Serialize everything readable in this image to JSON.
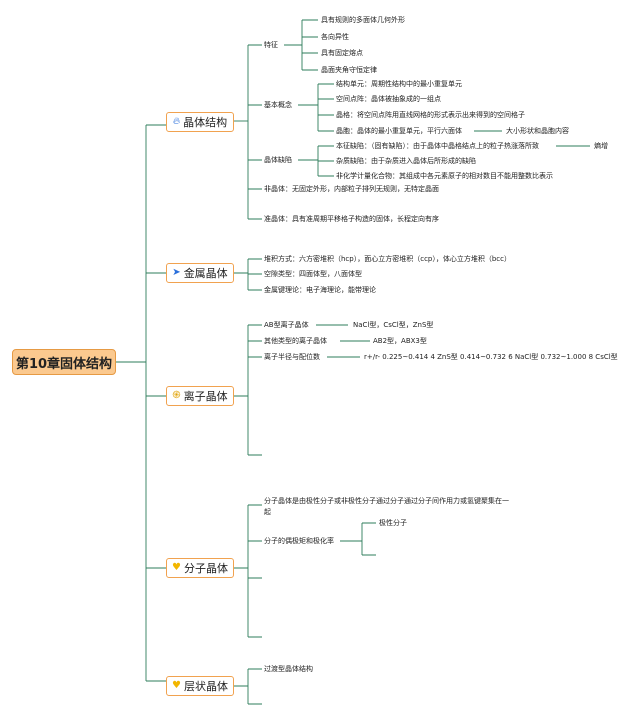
{
  "root": "第10章固体结构",
  "branches": {
    "crystal": {
      "label": "晶体结构",
      "icon": "flame-icon"
    },
    "metal": {
      "label": "金属晶体",
      "icon": "paper-plane-icon"
    },
    "ionic": {
      "label": "离子晶体",
      "icon": "swirl-icon"
    },
    "molecular": {
      "label": "分子晶体",
      "icon": "heart-icon"
    },
    "layered": {
      "label": "层状晶体",
      "icon": "heart-icon"
    }
  },
  "crystal": {
    "features": {
      "label": "特征",
      "items": [
        "具有规则的多面体几何外形",
        "各向异性",
        "具有固定熔点",
        "晶面夹角守恒定律"
      ]
    },
    "basic": {
      "label": "基本概念",
      "items": [
        "结构单元：周期性结构中的最小重复单元",
        "空间点阵：晶体被抽象成的一组点",
        "晶格：将空间点阵用直线网格的形式表示出来得到的空间格子",
        "晶胞：晶体的最小重复单元，平行六面体"
      ],
      "cell_note": "大小形状和晶胞内容"
    },
    "defects": {
      "label": "晶体缺陷",
      "items": [
        "本征缺陷：（固有缺陷）：由于晶体中晶格结点上的粒子热涨落所致",
        "杂质缺陷：由于杂质进入晶体后所形成的缺陷",
        "非化学计量化合物：其组成中各元素原子的相对数目不能用整数比表示"
      ],
      "intrinsic_note": "熵增"
    },
    "amorphous": "非晶体：无固定外形，内部粒子排列无规则，无特定晶面",
    "quasi": "准晶体：具有准周期平移格子构造的固体，长程定向有序"
  },
  "metal": {
    "items": [
      "堆积方式：六方密堆积（hcp），面心立方密堆积（ccp），体心立方堆积（bcc）",
      "空隙类型：四面体型，八面体型",
      "金属键理论：电子海理论，能带理论"
    ]
  },
  "ionic": {
    "ab": {
      "label": "AB型离子晶体",
      "value": "NaCl型，CsCl型，ZnS型"
    },
    "other": {
      "label": "其他类型的离子晶体",
      "value": "AB2型，ABX3型"
    },
    "ratio": {
      "label": "离子半径与配位数",
      "value": "r+/r- 0.225~0.414 4 ZnS型 0.414~0.732 6 NaCl型 0.732~1.000 8 CsCl型"
    }
  },
  "molecular": {
    "desc_line1": "分子晶体是由极性分子或非极性分子通过分子通过分子间作用力或氢键聚集在一",
    "desc_line2": "起",
    "dipole": {
      "label": "分子的偶极矩和极化率",
      "items": [
        "极性分子"
      ]
    }
  },
  "layered": {
    "items": [
      "过渡型晶体结构"
    ]
  },
  "colors": {
    "line": "#2e7d5b",
    "root_fill": "#fbc98f",
    "root_border": "#e69a44",
    "branch_border": "#f1a24f"
  }
}
